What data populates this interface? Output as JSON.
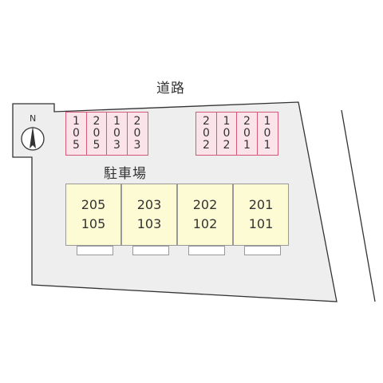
{
  "labels": {
    "road": "道路",
    "parking": "駐車場",
    "north": "N"
  },
  "parking_left": [
    "105",
    "205",
    "103",
    "203"
  ],
  "parking_right": [
    "202",
    "102",
    "201",
    "101"
  ],
  "units": [
    {
      "upper": "205",
      "lower": "105"
    },
    {
      "upper": "203",
      "lower": "103"
    },
    {
      "upper": "202",
      "lower": "102"
    },
    {
      "upper": "201",
      "lower": "101"
    }
  ],
  "colors": {
    "lot": "#eeeeee",
    "slot_fill": "#fbe3ea",
    "slot_border": "#d25a78",
    "unit_fill": "#fdfbd4"
  }
}
